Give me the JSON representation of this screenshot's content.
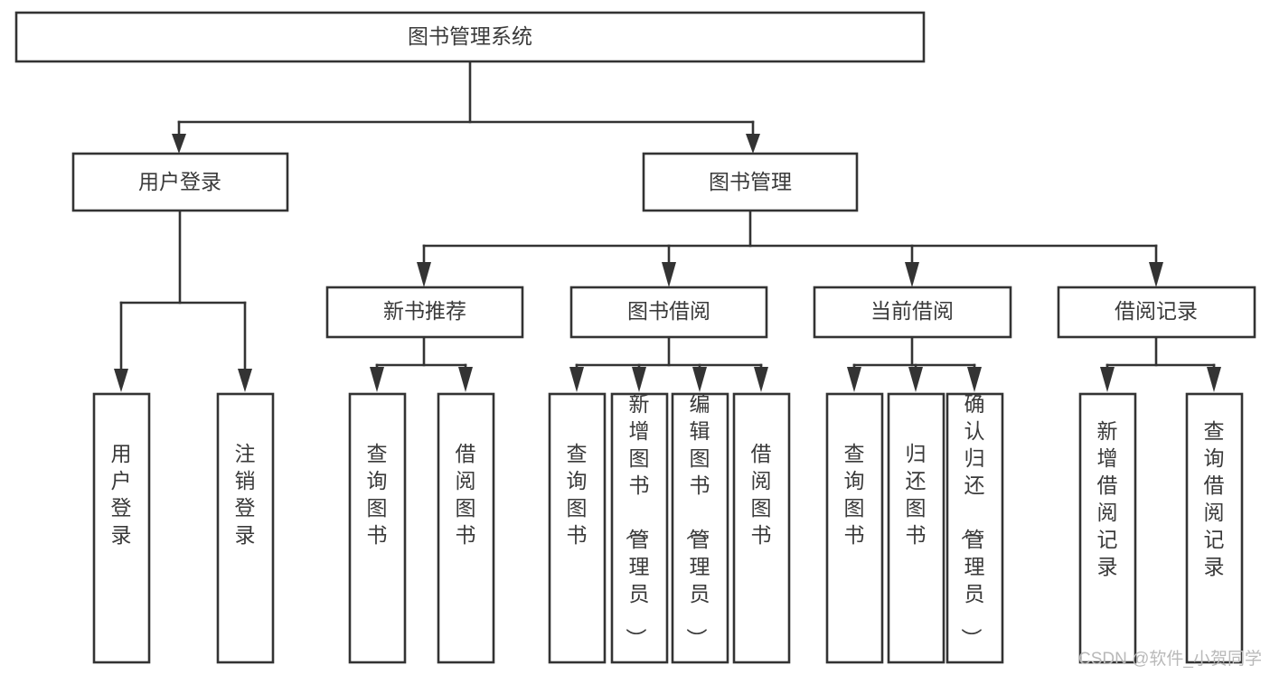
{
  "diagram": {
    "title": "图书管理系统",
    "type": "tree-hierarchy-diagram",
    "colors": {
      "stroke": "#333333",
      "fill": "#ffffff",
      "text": "#3a3a3a",
      "watermark": "#b9b9b9"
    },
    "levels": {
      "root": {
        "label": "图书管理系统"
      },
      "level2": [
        {
          "label": "用户登录"
        },
        {
          "label": "图书管理"
        }
      ],
      "level3": [
        {
          "label": "新书推荐"
        },
        {
          "label": "图书借阅"
        },
        {
          "label": "当前借阅"
        },
        {
          "label": "借阅记录"
        }
      ],
      "leaves_user_login": [
        {
          "label": "用户登录"
        },
        {
          "label": "注销登录"
        }
      ],
      "leaves_new_book": [
        {
          "label": "查询图书"
        },
        {
          "label": "借阅图书"
        }
      ],
      "leaves_borrow": [
        {
          "label": "查询图书"
        },
        {
          "label": "新增图书（管理员）"
        },
        {
          "label": "编辑图书（管理员）"
        },
        {
          "label": "借阅图书"
        }
      ],
      "leaves_current": [
        {
          "label": "查询图书"
        },
        {
          "label": "归还图书"
        },
        {
          "label": "确认归还（管理员）"
        }
      ],
      "leaves_records": [
        {
          "label": "新增借阅记录"
        },
        {
          "label": "查询借阅记录"
        }
      ]
    }
  },
  "watermark": {
    "text": "CSDN @软件_小贺同学"
  }
}
